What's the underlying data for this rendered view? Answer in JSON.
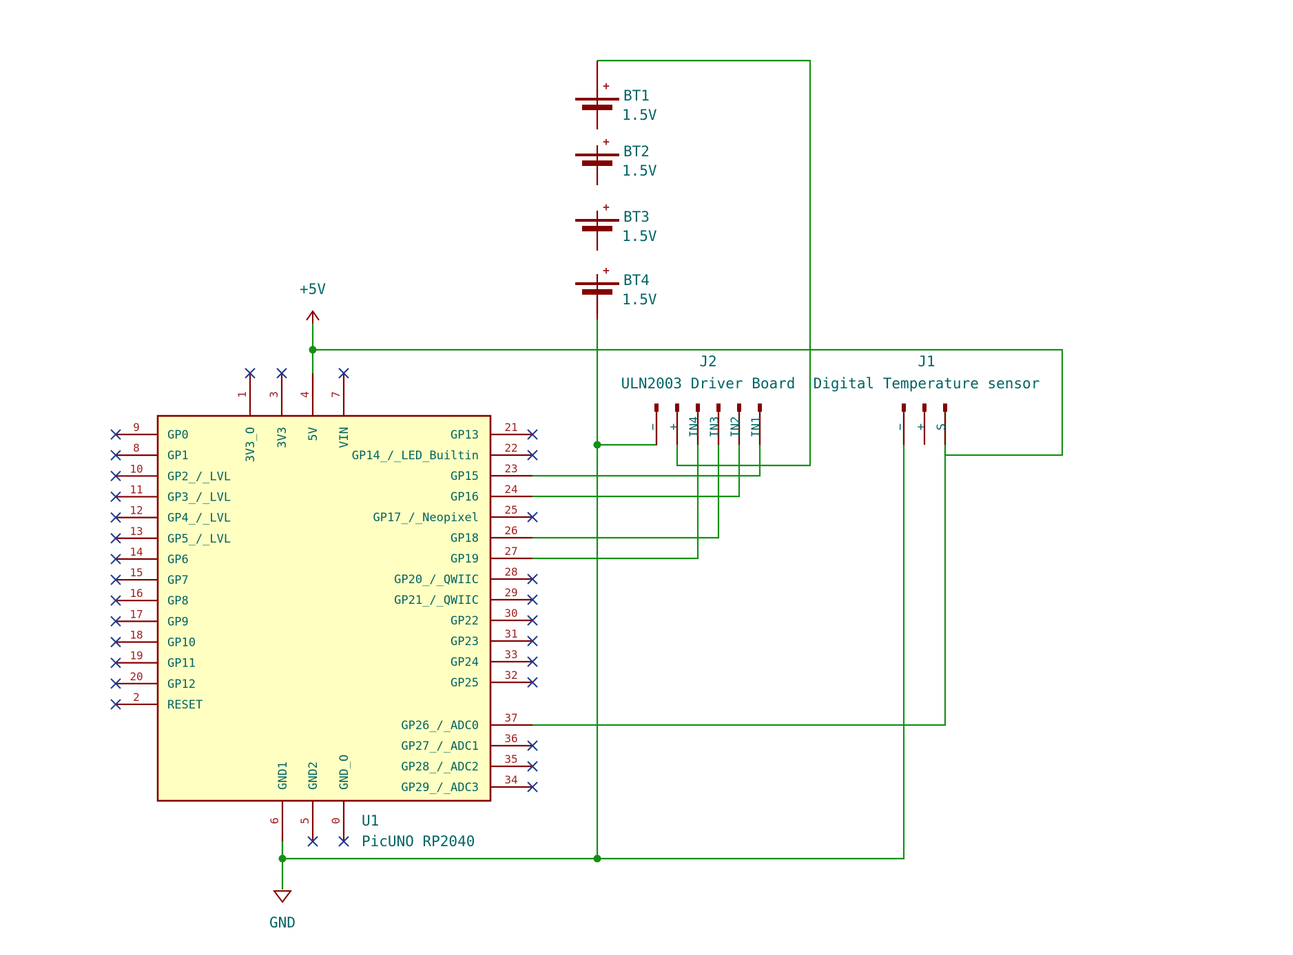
{
  "colors": {
    "wire": "#159015",
    "pin": "#840000",
    "body_fill": "#ffffc2",
    "text": "#006464",
    "pin_number": "#a02020",
    "no_connect": "#1e3a8a"
  },
  "u1": {
    "ref": "U1",
    "value": "PicUNO RP2040",
    "left_pins": [
      {
        "num": "9",
        "name": "GP0",
        "nc": true
      },
      {
        "num": "8",
        "name": "GP1",
        "nc": true
      },
      {
        "num": "10",
        "name": "GP2_/_LVL",
        "nc": true
      },
      {
        "num": "11",
        "name": "GP3_/_LVL",
        "nc": true
      },
      {
        "num": "12",
        "name": "GP4_/_LVL",
        "nc": true
      },
      {
        "num": "13",
        "name": "GP5_/_LVL",
        "nc": true
      },
      {
        "num": "14",
        "name": "GP6",
        "nc": true
      },
      {
        "num": "15",
        "name": "GP7",
        "nc": true
      },
      {
        "num": "16",
        "name": "GP8",
        "nc": true
      },
      {
        "num": "17",
        "name": "GP9",
        "nc": true
      },
      {
        "num": "18",
        "name": "GP10",
        "nc": true
      },
      {
        "num": "19",
        "name": "GP11",
        "nc": true
      },
      {
        "num": "20",
        "name": "GP12",
        "nc": true
      },
      {
        "num": "2",
        "name": "RESET",
        "nc": true
      }
    ],
    "right_pins": [
      {
        "num": "21",
        "name": "GP13",
        "nc": true
      },
      {
        "num": "22",
        "name": "GP14_/_LED_Builtin",
        "nc": true
      },
      {
        "num": "23",
        "name": "GP15",
        "nc": false
      },
      {
        "num": "24",
        "name": "GP16",
        "nc": false
      },
      {
        "num": "25",
        "name": "GP17_/_Neopixel",
        "nc": true
      },
      {
        "num": "26",
        "name": "GP18",
        "nc": false
      },
      {
        "num": "27",
        "name": "GP19",
        "nc": false
      },
      {
        "num": "28",
        "name": "GP20_/_QWIIC",
        "nc": true
      },
      {
        "num": "29",
        "name": "GP21_/_QWIIC",
        "nc": true
      },
      {
        "num": "30",
        "name": "GP22",
        "nc": true
      },
      {
        "num": "31",
        "name": "GP23",
        "nc": true
      },
      {
        "num": "33",
        "name": "GP24",
        "nc": true
      },
      {
        "num": "32",
        "name": "GP25",
        "nc": true
      },
      {
        "num": "37",
        "name": "GP26_/_ADC0",
        "nc": false
      },
      {
        "num": "36",
        "name": "GP27_/_ADC1",
        "nc": true
      },
      {
        "num": "35",
        "name": "GP28_/_ADC2",
        "nc": true
      },
      {
        "num": "34",
        "name": "GP29_/_ADC3",
        "nc": true
      }
    ],
    "top_pins": [
      {
        "num": "1",
        "name": "3V3_O",
        "nc": true
      },
      {
        "num": "3",
        "name": "3V3",
        "nc": true
      },
      {
        "num": "4",
        "name": "5V",
        "nc": false
      },
      {
        "num": "7",
        "name": "VIN",
        "nc": true
      }
    ],
    "bottom_pins": [
      {
        "num": "6",
        "name": "GND1",
        "nc": false
      },
      {
        "num": "5",
        "name": "GND2",
        "nc": true
      },
      {
        "num": "0",
        "name": "GND_O",
        "nc": true
      }
    ]
  },
  "batteries": [
    {
      "ref": "BT1",
      "value": "1.5V",
      "plus": "+"
    },
    {
      "ref": "BT2",
      "value": "1.5V",
      "plus": "+"
    },
    {
      "ref": "BT3",
      "value": "1.5V",
      "plus": "+"
    },
    {
      "ref": "BT4",
      "value": "1.5V",
      "plus": "+"
    }
  ],
  "j2": {
    "ref": "J2",
    "value": "ULN2003 Driver Board",
    "pins": [
      "−",
      "+",
      "IN4",
      "IN3",
      "IN2",
      "IN1"
    ]
  },
  "j1": {
    "ref": "J1",
    "value": "Digital Temperature sensor",
    "pins": [
      "−",
      "+",
      "S"
    ]
  },
  "power": {
    "vcc_label": "+5V",
    "gnd_label": "GND"
  }
}
